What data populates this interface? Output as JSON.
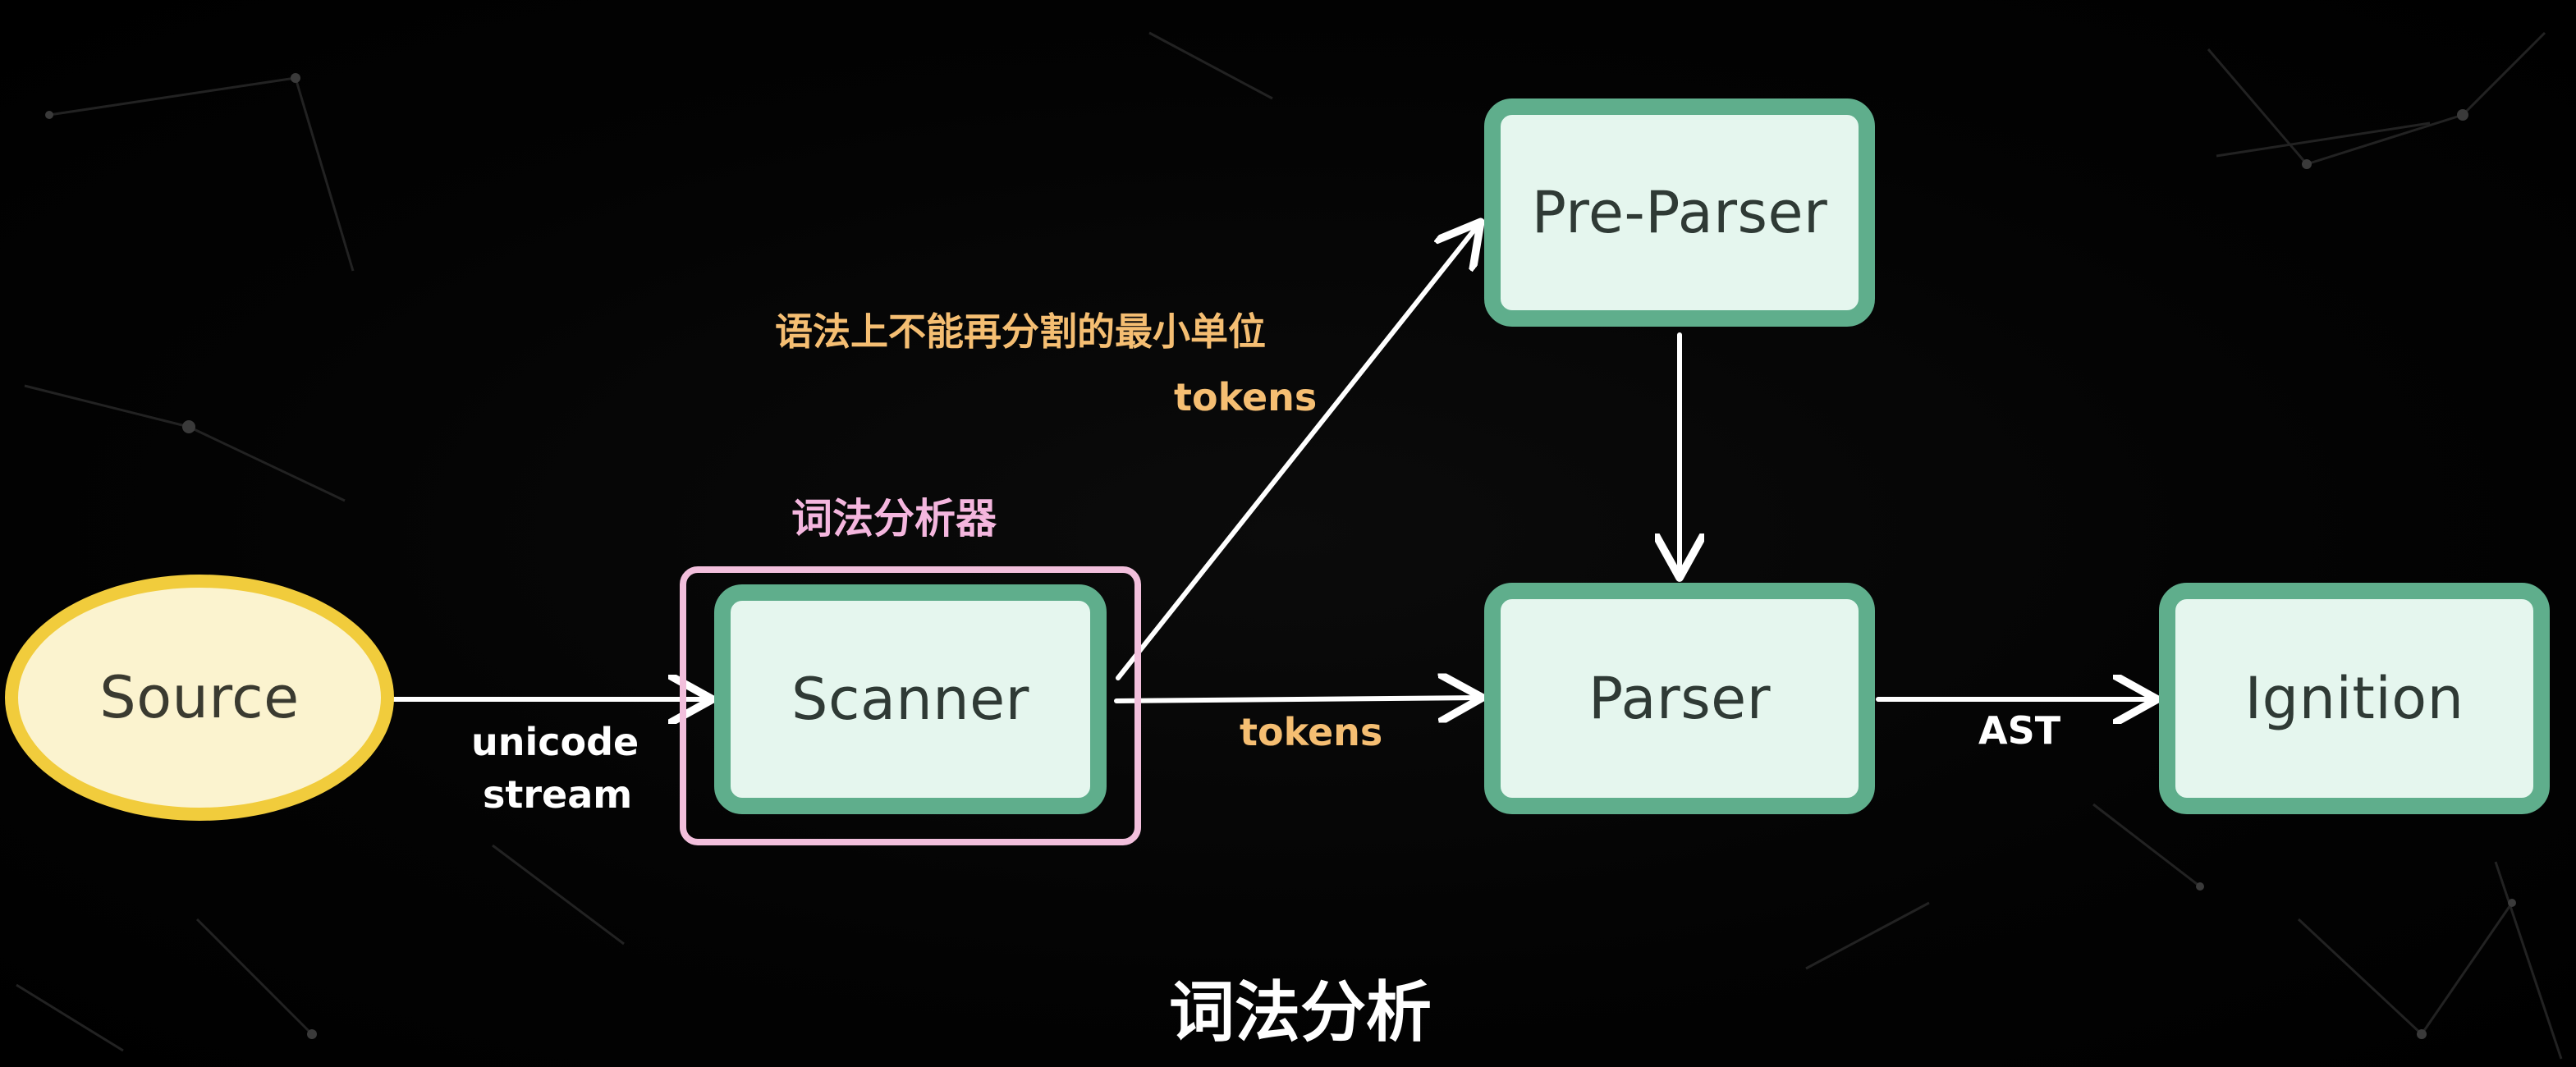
{
  "diagram": {
    "caption": "词法分析",
    "nodes": {
      "source": "Source",
      "scanner": "Scanner",
      "pre_parser": "Pre-Parser",
      "parser": "Parser",
      "ignition": "Ignition"
    },
    "group_label": "词法分析器",
    "edge_labels": {
      "source_to_scanner_line1": "unicode",
      "source_to_scanner_line2": "stream",
      "scanner_to_parser": "tokens",
      "scanner_to_preparser_desc": "语法上不能再分割的最小单位",
      "scanner_to_preparser": "tokens",
      "parser_to_ignition": "AST"
    },
    "colors": {
      "background": "#000000",
      "node_fill": "#e5f6ee",
      "node_border": "#5fae8c",
      "source_fill": "#fbf3cf",
      "source_border": "#f1cc3c",
      "group_border": "#f2bfdc",
      "orange_label": "#f5be72",
      "pink_label": "#f4b6de",
      "arrow": "#ffffff"
    }
  }
}
